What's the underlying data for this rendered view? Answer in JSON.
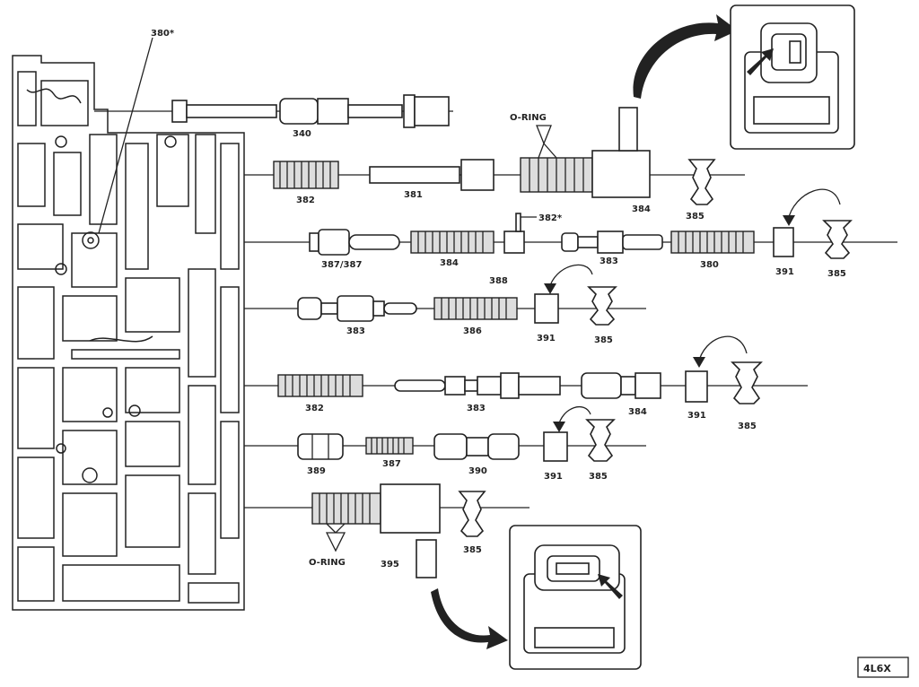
{
  "labels": {
    "l380": "380*",
    "l340": "340",
    "l382a": "382",
    "l381a": "381",
    "l384a": "384",
    "l385a": "385",
    "oring_top": "O-RING",
    "l382star": "382*",
    "l387": "387/387",
    "l384b": "384",
    "l388": "388",
    "l383a": "383",
    "l380b": "380",
    "l391a": "391",
    "l385b": "385",
    "l383b": "383",
    "l386": "386",
    "l391b": "391",
    "l385c": "385",
    "l382b": "382",
    "l383c": "383",
    "l384c": "384",
    "l391c": "391",
    "l385d": "385",
    "l389": "389",
    "l387b": "387",
    "l390": "390",
    "l391d": "391",
    "l385e": "385",
    "oring_bottom": "O-RING",
    "l395": "395",
    "l385f": "385",
    "figure_code": "4L6X"
  }
}
